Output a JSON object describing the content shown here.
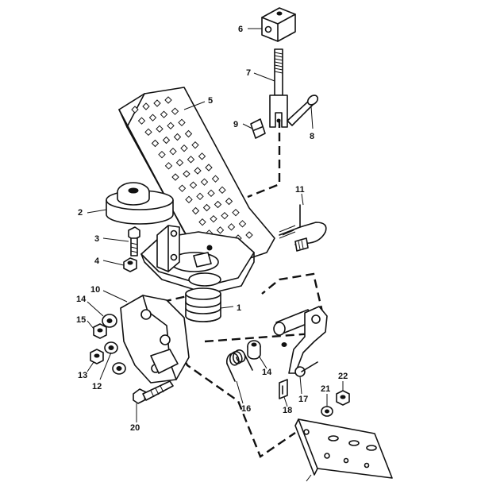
{
  "callouts": {
    "c1": "1",
    "c2": "2",
    "c3": "3",
    "c4": "4",
    "c5": "5",
    "c6": "6",
    "c7": "7",
    "c8": "8",
    "c9": "9",
    "c10": "10",
    "c11": "11",
    "c12": "12",
    "c13": "13",
    "c14a": "14",
    "c14b": "14",
    "c15": "15",
    "c16": "16",
    "c17": "17",
    "c18": "18",
    "c20": "20",
    "c21": "21",
    "c22": "22"
  }
}
